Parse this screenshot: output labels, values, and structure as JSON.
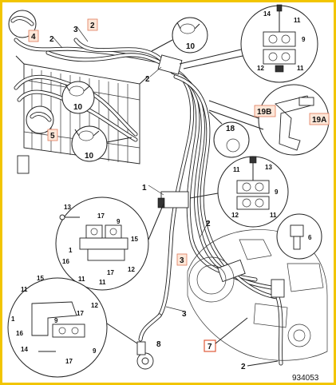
{
  "figure_number": "934053",
  "labels": {
    "l2a": "2",
    "l2b": "2",
    "l2c": "2",
    "l2d": "2",
    "l2e": "2",
    "l3a": "3",
    "l3b": "3",
    "l3c": "3",
    "l4": "4",
    "l5": "5",
    "l7": "7",
    "l1a": "1",
    "l8": "8",
    "c10a": "10",
    "c10b": "10",
    "c10c": "10",
    "c18": "18",
    "c19b": "19B",
    "c19a": "19A",
    "cl14": "14",
    "cl11a": "11",
    "cl9a": "9",
    "cl12a": "12",
    "cl11b": "11",
    "cm11a": "11",
    "cm13": "13",
    "cm9": "9",
    "cm12": "12",
    "cm11b": "11",
    "c6": "6",
    "cb13": "13",
    "cb17": "17",
    "cb9": "9",
    "cb15": "15",
    "cb1": "1",
    "cb16": "16",
    "cb11": "11",
    "cb17b": "17",
    "cb12": "12",
    "cb11b": "11",
    "ce11": "11",
    "ce15": "15",
    "ce1": "1",
    "ce17": "17",
    "ce12": "12",
    "ce9": "9",
    "ce16": "16",
    "ce14": "14",
    "ce17b": "17",
    "ce9b": "9"
  }
}
